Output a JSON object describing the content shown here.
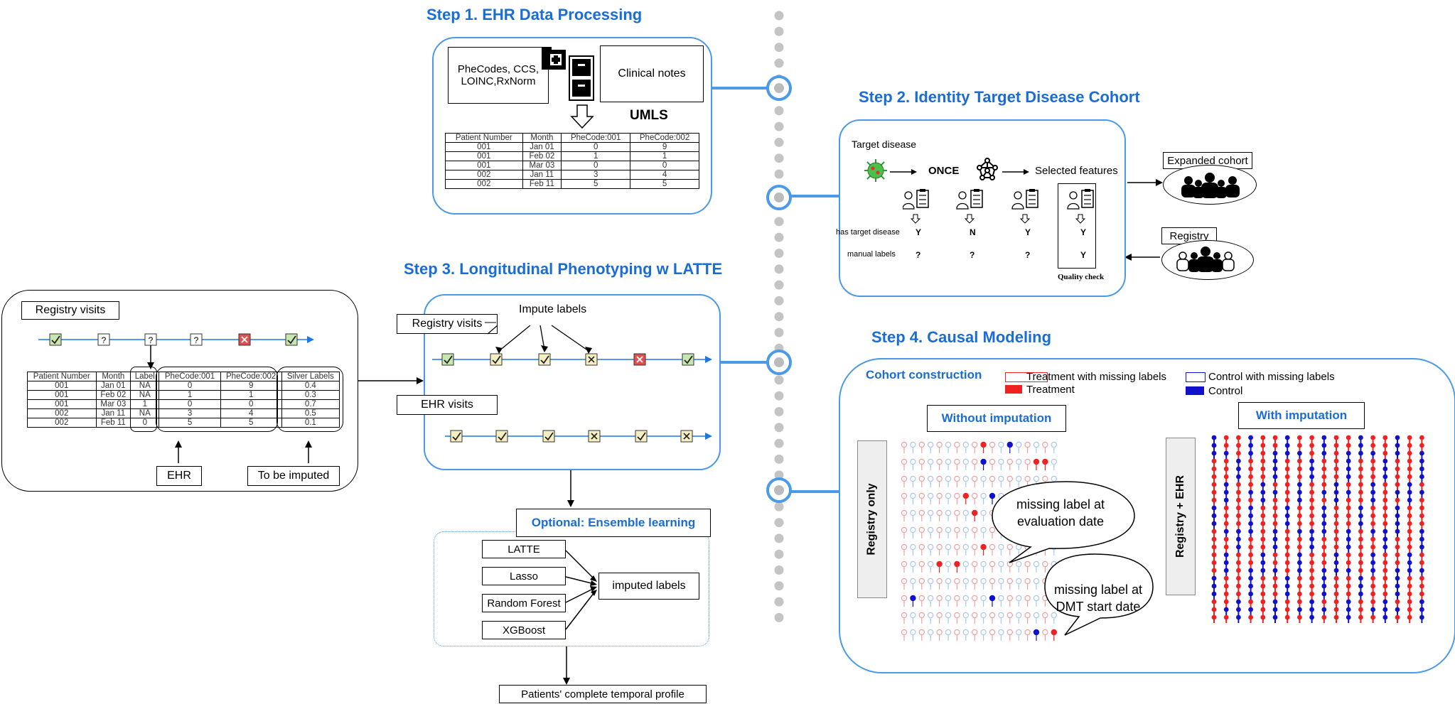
{
  "step1": {
    "title": "Step 1. EHR Data Processing",
    "codes_label": "PheCodes, CCS, LOINC,RxNorm",
    "notes_label": "Clinical notes",
    "umls_label": "UMLS",
    "table": {
      "headers": [
        "Patient Number",
        "Month",
        "PheCode:001",
        "PheCode:002"
      ],
      "rows": [
        [
          "001",
          "Jan 01",
          "0",
          "9"
        ],
        [
          "001",
          "Feb 02",
          "1",
          "1"
        ],
        [
          "001",
          "Mar 03",
          "0",
          "0"
        ],
        [
          "002",
          "Jan 11",
          "3",
          "4"
        ],
        [
          "002",
          "Feb 11",
          "5",
          "5"
        ]
      ]
    }
  },
  "step2": {
    "title": "Step 2. Identity Target Disease Cohort",
    "target_disease": "Target disease",
    "once": "ONCE",
    "selected_features": "Selected features",
    "has_target_label": "has target disease",
    "manual_labels_label": "manual labels",
    "has_target_values": [
      "Y",
      "N",
      "Y",
      "Y"
    ],
    "manual_values": [
      "?",
      "?",
      "?",
      "Y"
    ],
    "quality_check": "Quality check",
    "expanded_cohort": "Expanded cohort",
    "registry": "Registry"
  },
  "step3": {
    "title": "Step 3. Longitudinal Phenotyping w LATTE",
    "impute_labels": "Impute labels",
    "registry_visits": "Registry visits",
    "ehr_visits": "EHR visits",
    "optional_title": "Optional: Ensemble learning",
    "models": [
      "LATTE",
      "Lasso",
      "Random Forest",
      "XGBoost"
    ],
    "imputed_labels": "imputed labels",
    "complete_profile": "Patients' complete temporal profile"
  },
  "left_panel": {
    "registry_visits": "Registry visits",
    "table": {
      "headers": [
        "Patient Number",
        "Month",
        "Label",
        "PheCode:001",
        "PheCode:002",
        "Silver Labels"
      ],
      "rows": [
        [
          "001",
          "Jan 01",
          "NA",
          "0",
          "9",
          "0.4"
        ],
        [
          "001",
          "Feb 02",
          "NA",
          "1",
          "1",
          "0.3"
        ],
        [
          "001",
          "Mar 03",
          "1",
          "0",
          "0",
          "0.7"
        ],
        [
          "002",
          "Jan 11",
          "NA",
          "3",
          "4",
          "0.5"
        ],
        [
          "002",
          "Feb 11",
          "0",
          "5",
          "5",
          "0.1"
        ]
      ]
    },
    "ehr_label": "EHR",
    "imputed_label": "To be imputed"
  },
  "step4": {
    "title": "Step 4. Causal Modeling",
    "cohort_construction": "Cohort construction",
    "legend": {
      "treatment_missing": "Treatment with missing labels",
      "treatment": "Treatment",
      "control_missing": "Control with missing labels",
      "control": "Control"
    },
    "without_imputation": "Without imputation",
    "with_imputation": "With imputation",
    "registry_only": "Registry only",
    "registry_ehr": "Registry + EHR",
    "bubble1": "missing label at evaluation date",
    "bubble2": "missing label at DMT start date"
  },
  "colors": {
    "accent_blue": "#1a6dd6",
    "frame_blue": "#4a9ae8",
    "treatment_red": "#ee2222",
    "control_blue": "#1111cc",
    "timeline_dot": "#c4c4c4"
  }
}
